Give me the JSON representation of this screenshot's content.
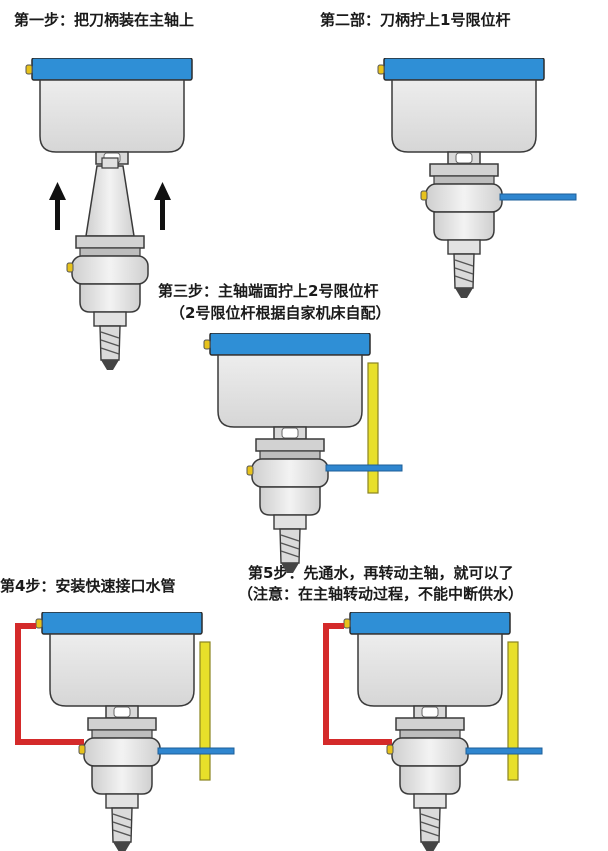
{
  "steps": [
    {
      "caption": "第一步：把刀柄装在主轴上"
    },
    {
      "caption": "第二部：刀柄拧上1号限位杆"
    },
    {
      "caption": "第三步：主轴端面拧上2号限位杆",
      "note": "（2号限位杆根据自家机床自配）"
    },
    {
      "caption": "第4步：安装快速接口水管"
    },
    {
      "caption": "第5步：先通水，再转动主轴，就可以了",
      "note": "（注意：在主轴转动过程，不能中断供水）"
    }
  ],
  "colors": {
    "spindle_top": "#2f8fd6",
    "spindle_body": "#e6e6e6",
    "outline": "#3a3a3a",
    "rod_1_blue": "#2f86cf",
    "rod_2_yellow": "#e8df2a",
    "water_pipe_red": "#d42a2a",
    "nozzle_yellow": "#e7c21c",
    "arrow": "#111111"
  },
  "icons": [
    "up-arrow-icon",
    "end-mill-icon"
  ]
}
